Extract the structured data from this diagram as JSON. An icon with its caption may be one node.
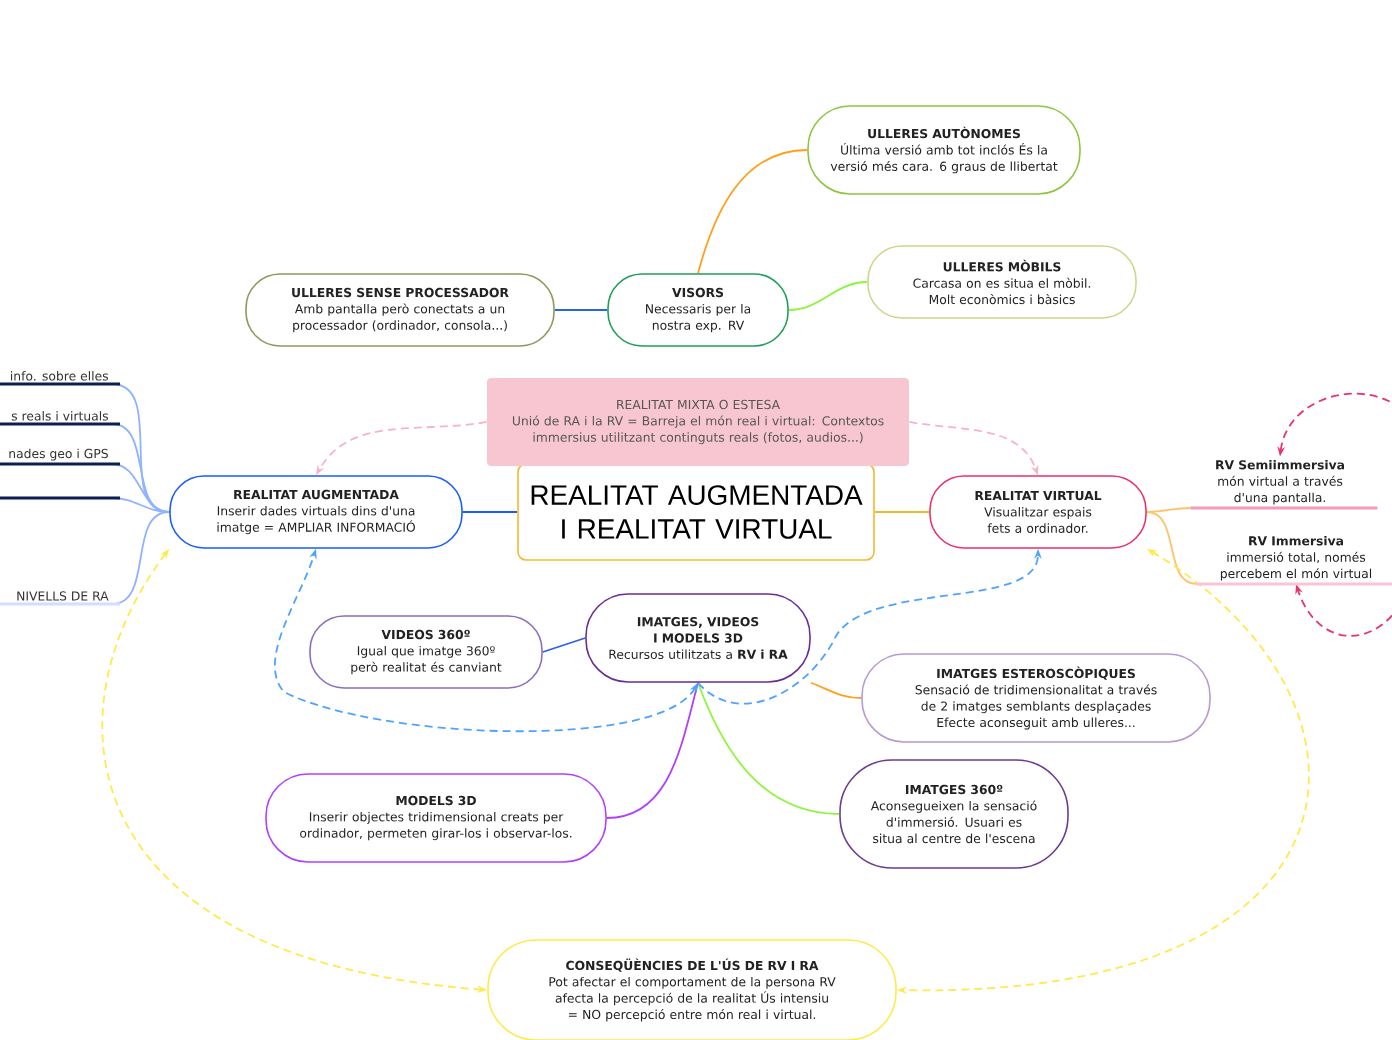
{
  "diagram": {
    "nodes": [
      {
        "text": [
          "REALITAT AUGMENTADA I REALITAT VIRTUAL"
        ]
      },
      {
        "text": [
          "REALITAT MIXTA O ESTESA",
          "Unió de RA i la RV = Barreja el món real i virtual: Contextos immersius utilitzant continguts reals (fotos, audios...)"
        ]
      },
      {
        "text": [
          "VISORS",
          "Necessaris per la nostra exp. RV"
        ]
      },
      {
        "text": [
          "ULLERES AUTÒNOMES",
          "Última versió amb tot inclós És la versió més cara. 6 graus de llibertat"
        ]
      },
      {
        "text": [
          "ULLERES MÒBILS",
          "Carcasa on es situa el mòbil. Molt econòmics i bàsics"
        ]
      },
      {
        "text": [
          "ULLERES SENSE PROCESSADOR",
          "Amb pantalla però conectats a un processador (ordinador, consola...)"
        ]
      },
      {
        "text": [
          "REALITAT AUGMENTADA",
          "Inserir dades virtuals dins d'una imatge = AMPLIAR INFORMACIÓ"
        ]
      },
      {
        "text": [
          "REALITAT VIRTUAL",
          "Visualitzar espais fets a ordinador."
        ]
      },
      {
        "text": [
          "RV Semiimmersiva",
          "món virtual a través d'una pantalla."
        ]
      },
      {
        "text": [
          "RV Immersiva",
          "immersió total, només percebem el món virtual"
        ]
      },
      {
        "text": [
          "info. sobre elles"
        ]
      },
      {
        "text": [
          "s reals i virtuals"
        ]
      },
      {
        "text": [
          "nades geo i GPS"
        ]
      },
      {
        "text": [],
        "shape": "bar"
      },
      {
        "text": [
          "NIVELLS DE RA"
        ]
      },
      {
        "text": [
          "IMATGES, VIDEOS I MODELS 3D",
          "Recursos utilitzats a **RV i RA**"
        ]
      },
      {
        "text": [
          "VIDEOS 360º",
          "Igual que imatge 360º però realitat és canviant"
        ]
      },
      {
        "text": [
          "MODELS 3D",
          "Inserir objectes tridimensional creats per ordinador, permeten girar-los i observar-los."
        ]
      },
      {
        "text": [
          "IMATGES ESTEROSCÒPIQUES",
          "Sensació de tridimensionalitat a través de 2 imatges semblants desplaçades Efecte aconseguit amb ulleres..."
        ]
      },
      {
        "text": [
          "IMATGES 360º",
          "Aconsegueixen la sensació d'immersió. Usuari es situa al centre de l'escena"
        ]
      },
      {
        "text": [
          "CONSEQÜÈNCIES DE L'ÚS DE RV I RA",
          "Pot afectar el comportament de la persona RV afecta la percepció de la realitat Ús intensiu = NO percepció entre món real i virtual."
        ]
      }
    ],
    "edges": [
      {
        "from": 0,
        "to": 6,
        "arrow": "none",
        "color": "#1a5cff"
      },
      {
        "from": 0,
        "to": 7,
        "arrow": "none",
        "color": "#f5b731"
      },
      {
        "from": 2,
        "to": 5,
        "arrow": "none",
        "color": "#2a62e8"
      },
      {
        "from": 2,
        "to": 3,
        "arrow": "none",
        "color": "#ff9f1a"
      },
      {
        "from": 2,
        "to": 4,
        "arrow": "none",
        "color": "#8cf53c"
      },
      {
        "from": 1,
        "to": 6,
        "arrow": "to",
        "style": "dashed",
        "color": "#f7b3c6"
      },
      {
        "from": 1,
        "to": 7,
        "arrow": "to",
        "style": "dashed",
        "color": "#f7b3c6"
      },
      {
        "from": 7,
        "to": 8,
        "arrow": "none",
        "color": "#ffc36b"
      },
      {
        "from": 7,
        "to": 9,
        "arrow": "none",
        "color": "#ffc36b"
      },
      {
        "from": 8,
        "to": 9,
        "arrow": "both",
        "style": "dashed",
        "color": "#e8336b"
      },
      {
        "from": 6,
        "to": 10,
        "arrow": "none",
        "color": "#8fb3ff"
      },
      {
        "from": 6,
        "to": 11,
        "arrow": "none",
        "color": "#8fb3ff"
      },
      {
        "from": 6,
        "to": 12,
        "arrow": "none",
        "color": "#8fb3ff"
      },
      {
        "from": 6,
        "to": 13,
        "arrow": "none",
        "color": "#8fb3ff"
      },
      {
        "from": 6,
        "to": 14,
        "arrow": "none",
        "color": "#8fb3ff"
      },
      {
        "from": 15,
        "to": 16,
        "arrow": "none",
        "color": "#2a62e8"
      },
      {
        "from": 15,
        "to": 17,
        "arrow": "none",
        "color": "#b040ff"
      },
      {
        "from": 15,
        "to": 18,
        "arrow": "none",
        "color": "#ff9f1a"
      },
      {
        "from": 15,
        "to": 19,
        "arrow": "none",
        "color": "#8cf53c"
      },
      {
        "from": 15,
        "to": 6,
        "arrow": "both",
        "style": "dashed",
        "color": "#4da3ff"
      },
      {
        "from": 15,
        "to": 7,
        "arrow": "to",
        "style": "dashed",
        "color": "#4da3ff"
      },
      {
        "from": 6,
        "to": 20,
        "arrow": "both",
        "style": "dashed",
        "color": "#ffe94d"
      },
      {
        "from": 7,
        "to": 20,
        "arrow": "both",
        "style": "dashed",
        "color": "#ffe94d"
      }
    ]
  }
}
